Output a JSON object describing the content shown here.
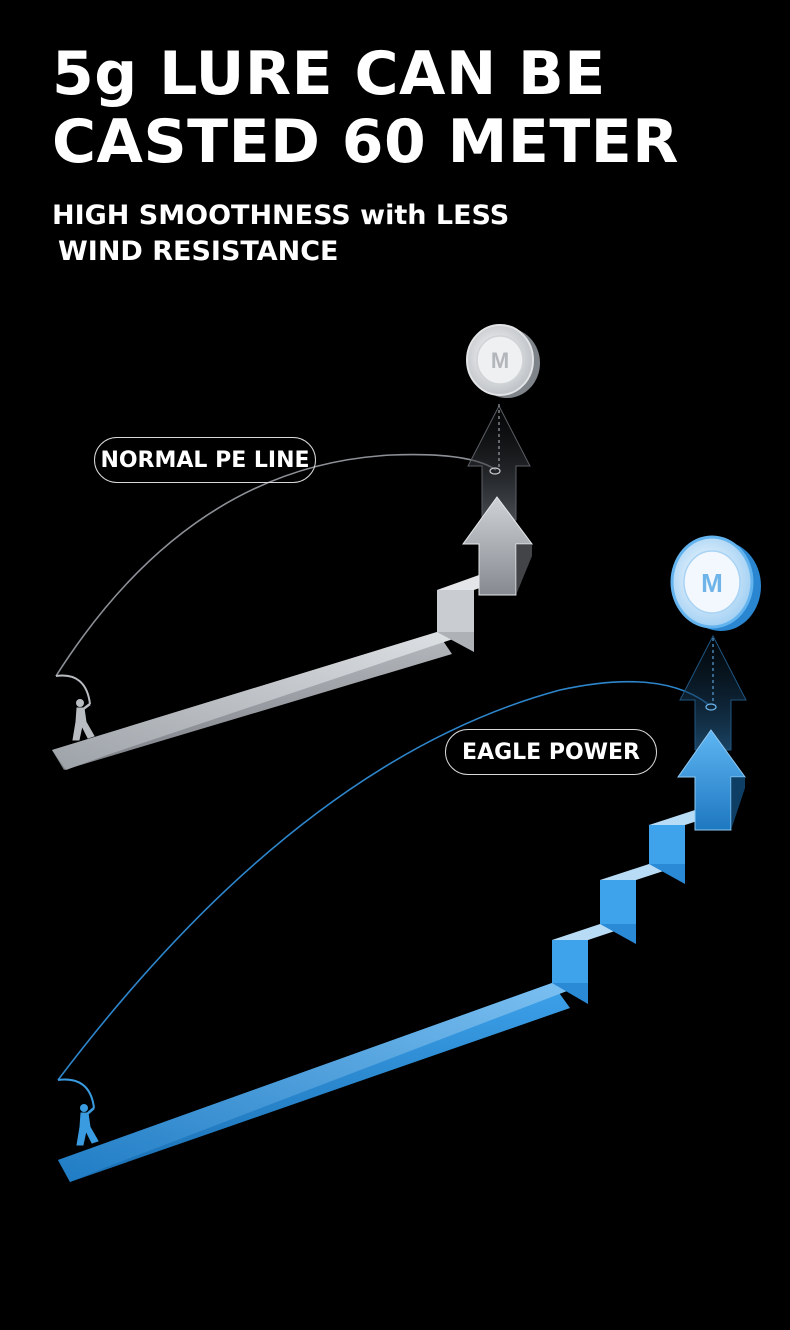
{
  "headline": {
    "line1": "5g LURE CAN BE",
    "line2": "CASTED 60 METER"
  },
  "subheadline": {
    "line1": "HIGH SMOOTHNESS with LESS",
    "line2": "WIND RESISTANCE"
  },
  "labels": {
    "normal": "NORMAL PE LINE",
    "eagle": "EAGLE POWER"
  },
  "badges": {
    "normal": "M",
    "eagle": "M"
  },
  "colors": {
    "background": "#000000",
    "normal_path": "#c8ccd1",
    "eagle_path": "#3a9be0",
    "text": "#ffffff"
  },
  "icons": [
    "angler-icon",
    "lure-badge-icon",
    "up-arrow-icon"
  ]
}
